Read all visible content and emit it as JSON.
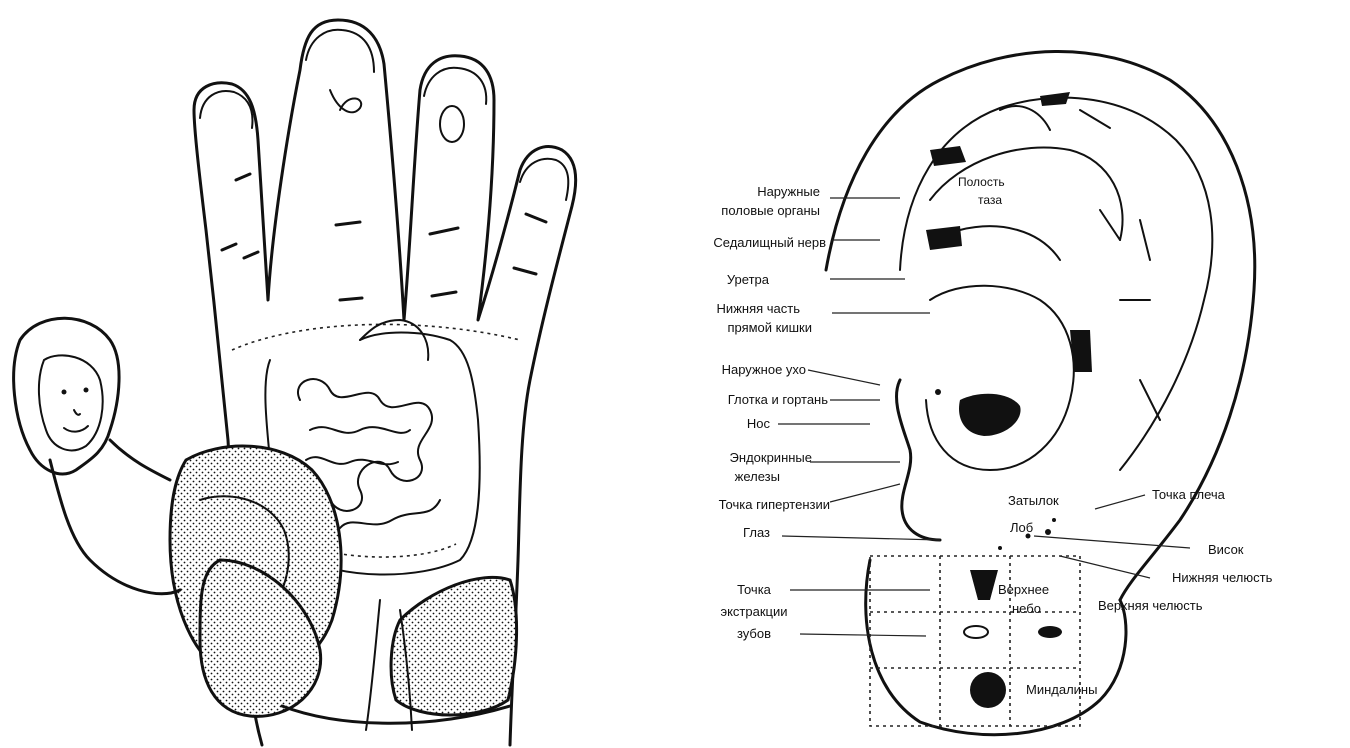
{
  "ear_labels": {
    "pelvic_cavity": [
      "Полость",
      "таза"
    ],
    "external_genitals": [
      "Наружные",
      "половые органы"
    ],
    "sciatic_nerve": "Седалищный нерв",
    "urethra": "Уретра",
    "lower_rectum": [
      "Нижняя часть",
      "прямой кишки"
    ],
    "external_ear": "Наружное ухо",
    "pharynx_larynx": "Глотка и гортань",
    "nose": "Нос",
    "endocrine": [
      "Эндокринные",
      "железы"
    ],
    "hypertension_point": "Точка гипертензии",
    "eye": "Глаз",
    "occiput": "Затылок",
    "shoulder_point": "Точка плеча",
    "forehead": "Лоб",
    "temple": "Висок",
    "lower_jaw": "Нижняя челюсть",
    "tooth_extraction": [
      "Точка",
      "экстракции",
      "зубов"
    ],
    "upper_palate": [
      "Верхнее",
      "небо"
    ],
    "upper_jaw": "Верхняя челюсть",
    "tonsils": "Миндалины"
  }
}
